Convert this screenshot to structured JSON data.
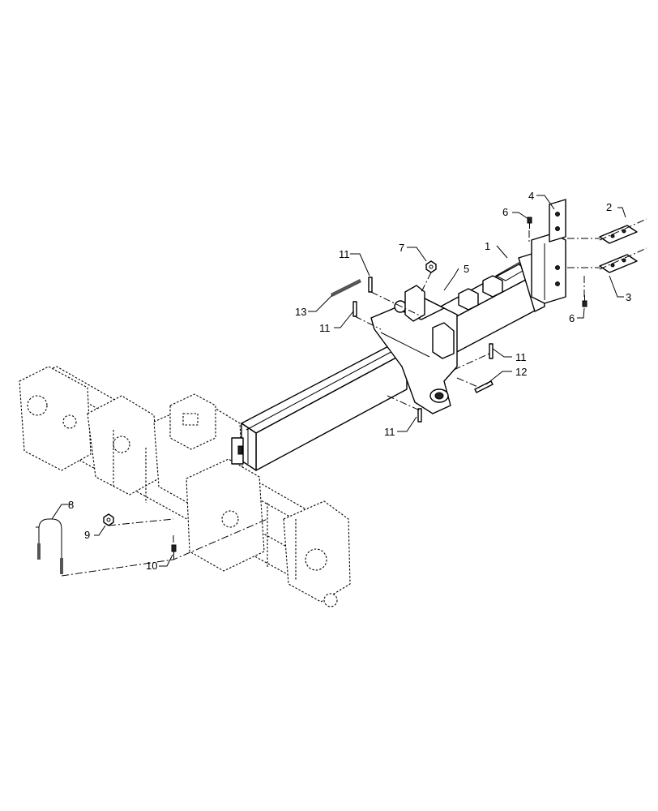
{
  "callouts": {
    "c1": "1",
    "c2": "2",
    "c3": "3",
    "c4": "4",
    "c5": "5",
    "c6a": "6",
    "c6b": "6",
    "c7": "7",
    "c8": "8",
    "c9": "9",
    "c10": "10",
    "c11a": "11",
    "c11b": "11",
    "c11c": "11",
    "c11d": "11",
    "c12": "12",
    "c13": "13"
  }
}
